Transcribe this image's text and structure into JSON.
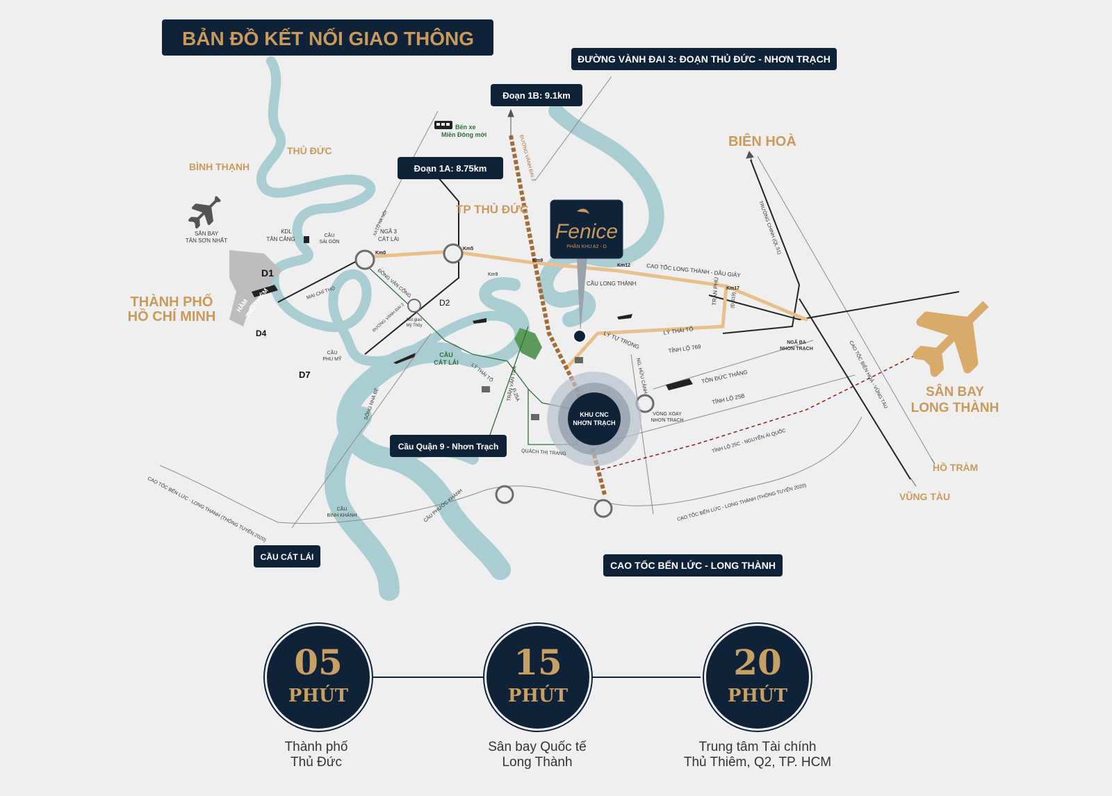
{
  "title": "BẢN ĐỒ KẾT NỐI GIAO THÔNG",
  "callouts": {
    "ring3": "ĐƯỜNG VÀNH ĐAI 3: ĐOẠN THỦ ĐỨC - NHƠN TRẠCH",
    "seg1b": "Đoạn 1B: 9.1km",
    "seg1a": "Đoạn 1A: 8.75km",
    "bridge_q9": "Cầu Quận 9 - Nhơn Trạch",
    "cat_lai_bridge": "CẦU CÁT LÁI",
    "ben_luc": "CAO TỐC BẾN LỨC - LONG THÀNH"
  },
  "places": {
    "binh_thanh": "BÌNH THẠNH",
    "thu_duc": "THỦ ĐỨC",
    "tp_thu_duc": "TP THỦ ĐỨC",
    "bien_hoa": "BIÊN HOÀ",
    "hcm_line1": "THÀNH PHỐ",
    "hcm_line2": "HỒ CHÍ MINH",
    "airport_lt_line1": "SÂN BAY",
    "airport_lt_line2": "LONG THÀNH",
    "ho_tram": "HỒ TRÀM",
    "vung_tau": "VŨNG TÀU",
    "d1": "D1",
    "d2": "D2",
    "d4": "D4",
    "d7": "D7",
    "tsn_line1": "SÂN BAY",
    "tsn_line2": "TÂN SƠN NHẤT",
    "ham_line1": "HẦM",
    "ham_line2": "THỦ THIÊM",
    "khu_cnc_line1": "KHU CNC",
    "khu_cnc_line2": "NHƠN TRẠCH",
    "bus_line1": "Bến xe",
    "bus_line2": "Miền Đông mới",
    "kdl_line1": "KDL",
    "kdl_line2": "TÂN CẢNG",
    "cau_sg_line1": "CẦU",
    "cau_sg_line2": "SÀI GÒN",
    "nga3_line1": "NGÃ 3",
    "nga3_line2": "CÁT LÁI",
    "nga_ba_line1": "NGÃ BA",
    "nga_ba_line2": "NHƠN TRẠCH",
    "cau_cat_lai_line1": "CẦU",
    "cau_cat_lai_line2": "CÁT LÁI",
    "cau_phu_my_line1": "CẦU",
    "cau_phu_my_line2": "PHÚ MỸ",
    "cau_binh_khanh_line1": "CẦU",
    "cau_binh_khanh_line2": "BÌNH KHÁNH",
    "cau_phuoc_khanh": "CẦU PHƯỚC KHÁNH",
    "cau_long_thanh": "CẦU LONG THÀNH",
    "nut_giao_line1": "Nút giao",
    "nut_giao_line2": "Mỹ Thủy",
    "vong_xoay_line1": "VÒNG XOAY",
    "vong_xoay_line2": "NHƠN TRẠCH"
  },
  "roads": {
    "xa_lo_ha_noi": "XA LỘ HÀ NỘI",
    "dong_van_cong": "ĐỒNG VĂN CỐNG",
    "vanh_dai_2": "ĐƯỜNG VÀNH ĐAI 2",
    "vanh_dai_3": "ĐƯỜNG VÀNH ĐAI 3",
    "mai_chi_tho": "MAI CHÍ THỌ",
    "long_thanh_dau_giay": "CAO TỐC LONG THÀNH - DẦU GIÂY",
    "ly_tu_trong": "LÝ TỰ TRỌNG",
    "ly_thai_to": "LÝ THÁI TỔ",
    "tinh_lo_769": "TỈNH LỘ 769",
    "tran_phu": "TRẦN PHÚ",
    "d319": "(Đ.319)",
    "truong_chinh": "TRƯỜNG CHINH (QL.51)",
    "bien_hoa_vung_tau": "CAO TỐC BIÊN HOÀ - VŨNG TÀU",
    "ton_duc_thang": "TÔN ĐỨC THẮNG",
    "tinh_lo_25b": "TỈNH LỘ 25B",
    "tinh_lo_25c": "TỈNH LỘ 25C - NGUYỄN ÁI QUỐC",
    "nguyen_huu_canh": "NG. HỮU CẢNH",
    "tran_van_tra": "TRẦN VĂN TRÀ",
    "quach_thi_trang": "QUÁCH THỊ TRANG",
    "d25a": "Đ.25A",
    "song_nha_be": "SÔNG NHÀ BÈ",
    "ben_luc_left": "CAO TỐC BẾN LỨC - LONG THÀNH (THÔNG TUYẾN 2020)",
    "ben_luc_right": "CAO TỐC BẾN LỨC - LONG THÀNH (THÔNG TUYẾN 2020)"
  },
  "km": [
    "Km0",
    "Km5",
    "Km9",
    "Km9",
    "Km12",
    "Km17"
  ],
  "brand": {
    "name": "Fenice",
    "sub": "PHÂN KHU A2 - D"
  },
  "times": [
    {
      "value": "05",
      "unit": "PHÚT",
      "line1": "Thành phố",
      "line2": "Thủ Đức"
    },
    {
      "value": "15",
      "unit": "PHÚT",
      "line1": "Sân bay Quốc tế",
      "line2": "Long Thành"
    },
    {
      "value": "20",
      "unit": "PHÚT",
      "line1": "Trung tâm Tài chính",
      "line2": "Thủ Thiêm, Q2, TP. HCM"
    }
  ],
  "colors": {
    "navy": "#0f2238",
    "gold": "#c99a5c",
    "river": "#a9cdd1",
    "road_gold": "#e7c08c",
    "road_brown": "#a36a3a"
  }
}
